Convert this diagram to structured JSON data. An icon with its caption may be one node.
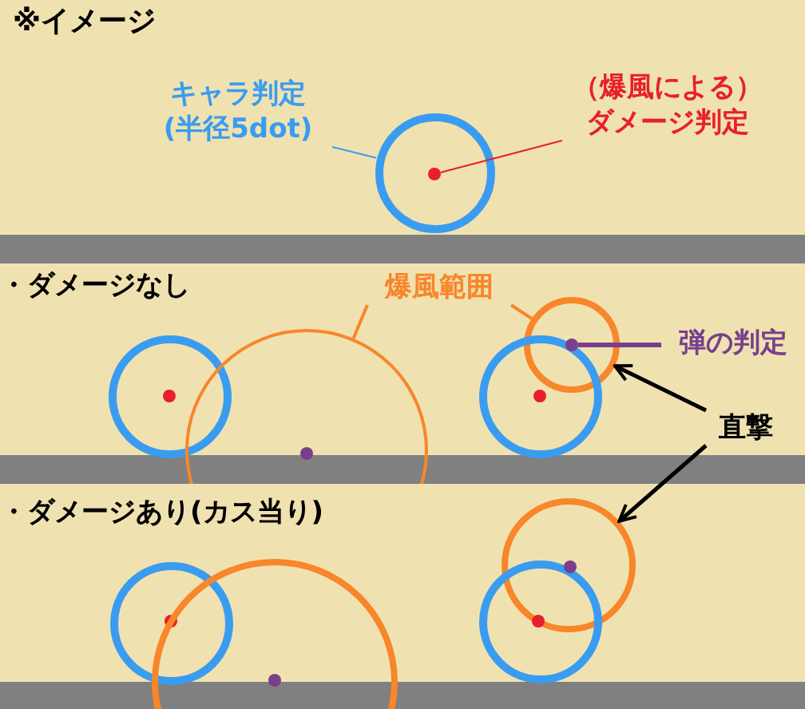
{
  "diagram": {
    "title": "※イメージ",
    "nodes": [
      {
        "text": [
          "キャラ判定(半径5dot)"
        ]
      },
      {
        "text": [
          "（爆風による）ダメージ判定"
        ]
      },
      {
        "text": [],
        "shape": "circle"
      },
      {
        "text": [],
        "shape": "circle",
        "in": 2
      },
      {
        "text": [
          "爆風範囲"
        ]
      },
      {
        "text": [],
        "shape": "circle"
      },
      {
        "text": [
          "弾の判定"
        ]
      },
      {
        "text": [],
        "shape": "circle"
      },
      {
        "text": [],
        "shape": "circle",
        "in": 7
      },
      {
        "text": [],
        "shape": "circle"
      },
      {
        "text": [],
        "shape": "circle",
        "in": 9
      },
      {
        "text": [],
        "shape": "circle"
      },
      {
        "text": [],
        "shape": "circle"
      },
      {
        "text": [],
        "shape": "circle",
        "in": 11
      },
      {
        "text": [
          "直撃"
        ]
      },
      {
        "text": [],
        "shape": "circle"
      },
      {
        "text": [],
        "shape": "circle"
      },
      {
        "text": [],
        "shape": "circle"
      },
      {
        "text": [],
        "shape": "circle"
      },
      {
        "text": [],
        "shape": "circle",
        "in": 18
      },
      {
        "text": [],
        "shape": "circle"
      },
      {
        "text": [],
        "shape": "circle"
      },
      {
        "text": [],
        "shape": "circle"
      }
    ],
    "edges": [
      {
        "from": 0,
        "to": 2,
        "arrow": "none",
        "color": "#3a9cf0"
      },
      {
        "from": 1,
        "to": 3,
        "arrow": "none",
        "color": "#e8202a"
      },
      {
        "from": 4,
        "to": 9,
        "arrow": "none",
        "color": "#f8862a"
      },
      {
        "from": 4,
        "to": 5,
        "arrow": "none",
        "color": "#f8862a"
      },
      {
        "from": 6,
        "to": 12,
        "arrow": "none",
        "color": "#7a3f8c"
      },
      {
        "from": 14,
        "to": 5,
        "arrow": "to",
        "color": "#000000"
      },
      {
        "from": 14,
        "to": 15,
        "arrow": "to",
        "color": "#000000"
      }
    ],
    "labels": [
      "・ダメージなし",
      "・ダメージあり(カス当り)"
    ]
  }
}
